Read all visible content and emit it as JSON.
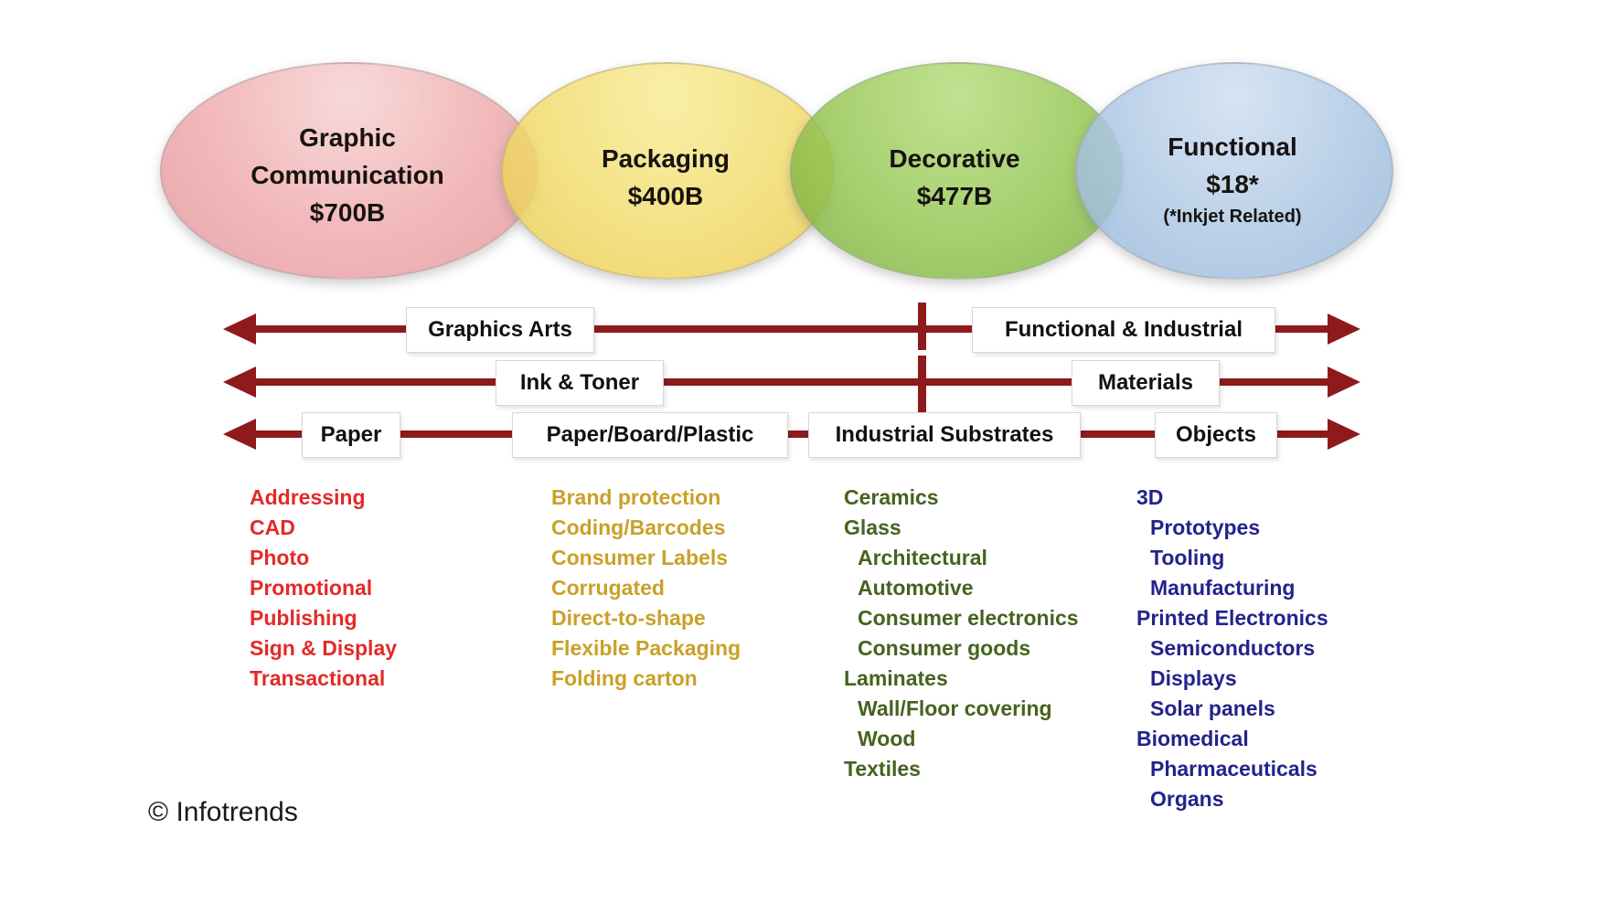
{
  "venn": {
    "segments": [
      {
        "label": "Graphic Communication",
        "value": "$700B",
        "note": "",
        "fill_light": "#f8d2d2",
        "fill_dark": "#e2939b"
      },
      {
        "label": "Packaging",
        "value": "$400B",
        "note": "",
        "fill_light": "#f8ec96",
        "fill_dark": "#e9c84e"
      },
      {
        "label": "Decorative",
        "value": "$477B",
        "note": "",
        "fill_light": "#b5dd7d",
        "fill_dark": "#77ae3c"
      },
      {
        "label": "Functional",
        "value": "$18*",
        "note": "(*Inkjet Related)",
        "fill_light": "#cfdff1",
        "fill_dark": "#95b6da"
      }
    ]
  },
  "arrow_bands": {
    "arrow_color": "#8e1a1c",
    "rows": [
      {
        "name": "market-band",
        "labels": [
          "Graphics Arts",
          "Functional & Industrial"
        ]
      },
      {
        "name": "consumable-band",
        "labels": [
          "Ink & Toner",
          "Materials"
        ]
      },
      {
        "name": "substrate-band",
        "labels": [
          "Paper",
          "Paper/Board/Plastic",
          "Industrial Substrates",
          "Objects"
        ]
      }
    ]
  },
  "application_columns": [
    {
      "name": "graphic-communication-applications",
      "color": "#e22a28",
      "items": [
        {
          "label": "Addressing",
          "indent": false
        },
        {
          "label": "CAD",
          "indent": false
        },
        {
          "label": "Photo",
          "indent": false
        },
        {
          "label": "Promotional",
          "indent": false
        },
        {
          "label": "Publishing",
          "indent": false
        },
        {
          "label": "Sign & Display",
          "indent": false
        },
        {
          "label": "Transactional",
          "indent": false
        }
      ]
    },
    {
      "name": "packaging-applications",
      "color": "#c9a128",
      "items": [
        {
          "label": "Brand protection",
          "indent": false
        },
        {
          "label": "Coding/Barcodes",
          "indent": false
        },
        {
          "label": "Consumer Labels",
          "indent": false
        },
        {
          "label": "Corrugated",
          "indent": false
        },
        {
          "label": "Direct-to-shape",
          "indent": false
        },
        {
          "label": "Flexible Packaging",
          "indent": false
        },
        {
          "label": "Folding carton",
          "indent": false
        }
      ]
    },
    {
      "name": "decorative-applications",
      "color": "#45631f",
      "items": [
        {
          "label": "Ceramics",
          "indent": false
        },
        {
          "label": "Glass",
          "indent": false
        },
        {
          "label": "Architectural",
          "indent": true
        },
        {
          "label": "Automotive",
          "indent": true
        },
        {
          "label": "Consumer electronics",
          "indent": true
        },
        {
          "label": "Consumer goods",
          "indent": true
        },
        {
          "label": "Laminates",
          "indent": false
        },
        {
          "label": "Wall/Floor covering",
          "indent": true
        },
        {
          "label": "Wood",
          "indent": true
        },
        {
          "label": "Textiles",
          "indent": false
        }
      ]
    },
    {
      "name": "functional-applications",
      "color": "#23238c",
      "items": [
        {
          "label": "3D",
          "indent": false
        },
        {
          "label": "Prototypes",
          "indent": true
        },
        {
          "label": "Tooling",
          "indent": true
        },
        {
          "label": "Manufacturing",
          "indent": true
        },
        {
          "label": "Printed Electronics",
          "indent": false
        },
        {
          "label": "Semiconductors",
          "indent": true
        },
        {
          "label": "Displays",
          "indent": true
        },
        {
          "label": "Solar panels",
          "indent": true
        },
        {
          "label": "Biomedical",
          "indent": false
        },
        {
          "label": "Pharmaceuticals",
          "indent": true
        },
        {
          "label": "Organs",
          "indent": true
        }
      ]
    },
    []
  ],
  "footer": {
    "credit": "© Infotrends"
  }
}
